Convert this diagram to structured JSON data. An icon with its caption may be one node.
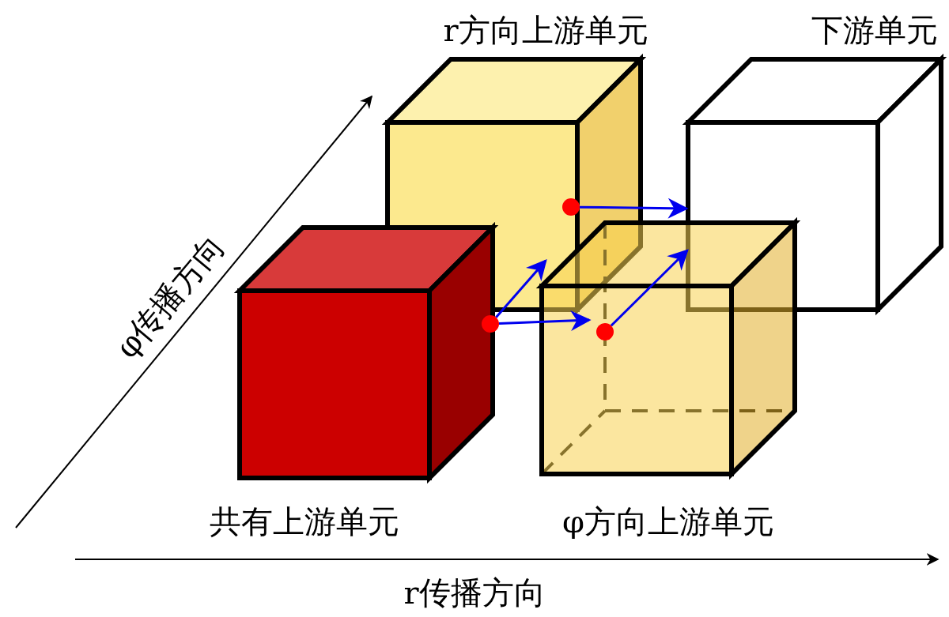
{
  "diagram": {
    "nodes": [
      {
        "text": [
          "共有上游单元"
        ]
      },
      {
        "text": [
          "r方向上游单元"
        ]
      },
      {
        "text": [
          "φ方向上游单元"
        ]
      },
      {
        "text": [
          "下游单元"
        ]
      },
      {
        "text": [],
        "shape": "circle"
      },
      {
        "text": [],
        "shape": "circle",
        "in": 1
      },
      {
        "text": [],
        "shape": "circle",
        "in": 2
      }
    ],
    "edges": [
      {
        "from": 4,
        "to": 1,
        "arrow": "to"
      },
      {
        "from": 4,
        "to": 2,
        "arrow": "to"
      },
      {
        "from": 5,
        "to": 3,
        "arrow": "to"
      },
      {
        "from": 6,
        "to": 3,
        "arrow": "to"
      }
    ],
    "labels": [
      "φ传播方向",
      "r传播方向"
    ]
  }
}
